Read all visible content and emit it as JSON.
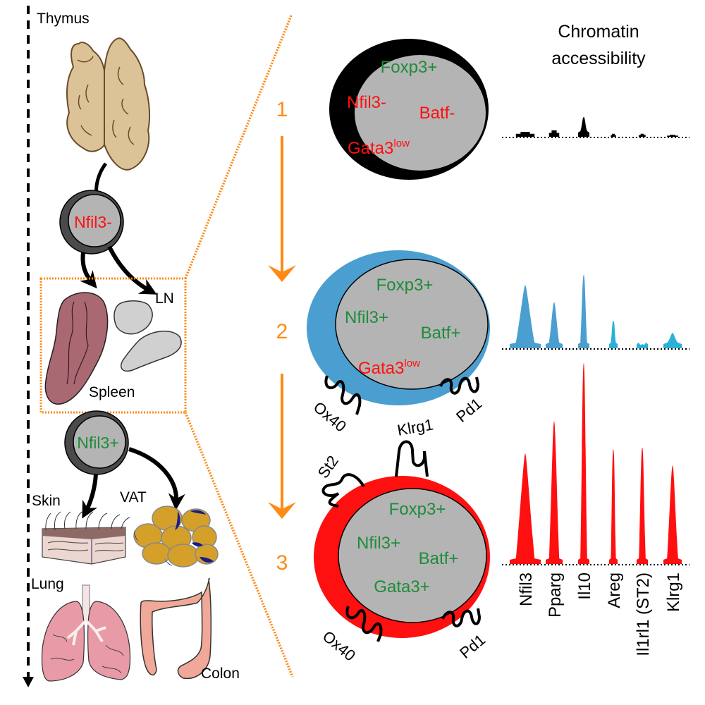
{
  "left_panel": {
    "timeline_arrow": "dashed-down-arrow",
    "organs": {
      "thymus": "Thymus",
      "ln": "LN",
      "spleen": "Spleen",
      "skin": "Skin",
      "vat": "VAT",
      "lung": "Lung",
      "colon": "Colon"
    },
    "cells": {
      "thymic_cell": "Nfil3-",
      "tissue_cell": "Nfil3+"
    }
  },
  "colors": {
    "orange": "#ff8a16",
    "green_marker": "#1e8c3a",
    "red_marker": "#ff1010",
    "stage1_rim": "#000000",
    "stage2_rim": "#4a9fd0",
    "stage3_rim": "#ff1010",
    "cell_body": "#b4b4b4"
  },
  "stages": [
    {
      "number": "1",
      "markers": [
        {
          "text": "Foxp3+",
          "state": "positive"
        },
        {
          "text": "Nfil3-",
          "state": "negative"
        },
        {
          "text": "Batf-",
          "state": "negative"
        },
        {
          "text": "Gata3",
          "sup": "low",
          "state": "negative"
        }
      ],
      "receptors": []
    },
    {
      "number": "2",
      "markers": [
        {
          "text": "Foxp3+",
          "state": "positive"
        },
        {
          "text": "Nfil3+",
          "state": "positive"
        },
        {
          "text": "Batf+",
          "state": "positive"
        },
        {
          "text": "Gata3",
          "sup": "low",
          "state": "negative"
        }
      ],
      "receptors": [
        "Ox40",
        "Pd1"
      ]
    },
    {
      "number": "3",
      "markers": [
        {
          "text": "Foxp3+",
          "state": "positive"
        },
        {
          "text": "Nfil3+",
          "state": "positive"
        },
        {
          "text": "Batf+",
          "state": "positive"
        },
        {
          "text": "Gata3+",
          "state": "positive"
        }
      ],
      "receptors": [
        "St2",
        "Klrg1",
        "Ox40",
        "Pd1"
      ]
    }
  ],
  "chart_data": {
    "type": "area",
    "title": "Chromatin accessibility",
    "categories": [
      "Nfil3",
      "Pparg",
      "Il10",
      "Areg",
      "Il1rl1 (ST2)",
      "Klrg1"
    ],
    "ylim": [
      0,
      1
    ],
    "grid": false,
    "series": [
      {
        "name": "Stage 1",
        "color": "#000000",
        "values": [
          0.1,
          0.13,
          0.4,
          0.06,
          0.06,
          0.04
        ]
      },
      {
        "name": "Stage 2",
        "color": "#4a9fd0",
        "values": [
          0.62,
          0.45,
          0.72,
          0.27,
          0.04,
          0.15
        ]
      },
      {
        "name": "Stage 3",
        "color": "#ff1010",
        "values": [
          0.55,
          0.71,
          1.0,
          0.57,
          0.58,
          0.49
        ]
      }
    ]
  }
}
